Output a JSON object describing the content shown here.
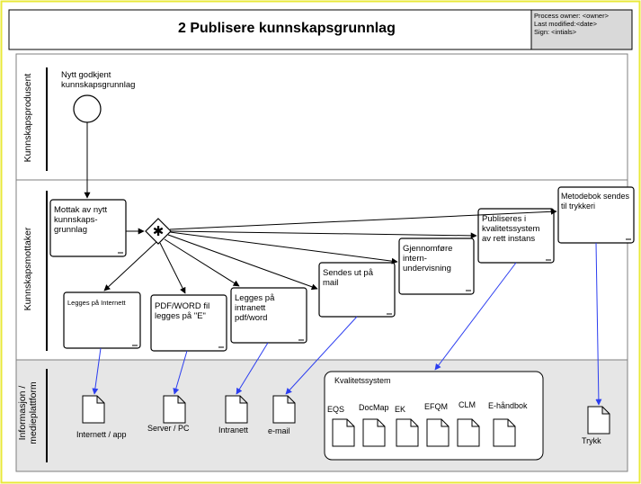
{
  "header": {
    "title": "2 Publisere kunnskapsgrunnlag",
    "process_owner": "Process owner: <owner>",
    "last_modified": "Last modified:<date>",
    "sign": "Sign: <intials>"
  },
  "lanes": [
    {
      "label": "Kunnskapsprodusent"
    },
    {
      "label": "Kunnskapsmottaker"
    },
    {
      "label": "Informasjon / medieplattform"
    }
  ],
  "start_event": {
    "label": "Nytt godkjent\nkunnskapsgrunnlag"
  },
  "tasks": {
    "mottak": "Mottak av nytt\n kunnskaps-\n grunnlag",
    "internett": "Legges på Internett",
    "pdf": "PDF/WORD fil\nlegges på \"E\"",
    "intranett": "Legges på\n intranett\n pdf/word",
    "mail": "Sendes ut på\n mail",
    "undervisning": "Gjennomføre\n intern-\n undervisning",
    "kvalitet": "Publiseres i\n kvalitetssystem\n av rett instans",
    "trykk": "Metodebok sendes\n til trykkeri"
  },
  "gateway": {
    "symbol": "✱"
  },
  "documents": {
    "internett": "Internett / app",
    "server": "Server / PC",
    "intranett": "Intranett",
    "email": "e-mail",
    "trykk": "Trykk"
  },
  "kvalitetssystem": {
    "title": "Kvalitetssystem",
    "items": [
      "EQS",
      "DocMap",
      "EK",
      "EFQM",
      "CLM",
      "E-håndbok"
    ]
  },
  "colors": {
    "frame_border": "#e9e93a",
    "lane_bottom_bg": "#e6e6e6",
    "flow_black": "#000000",
    "flow_blue": "#2b3df0"
  }
}
